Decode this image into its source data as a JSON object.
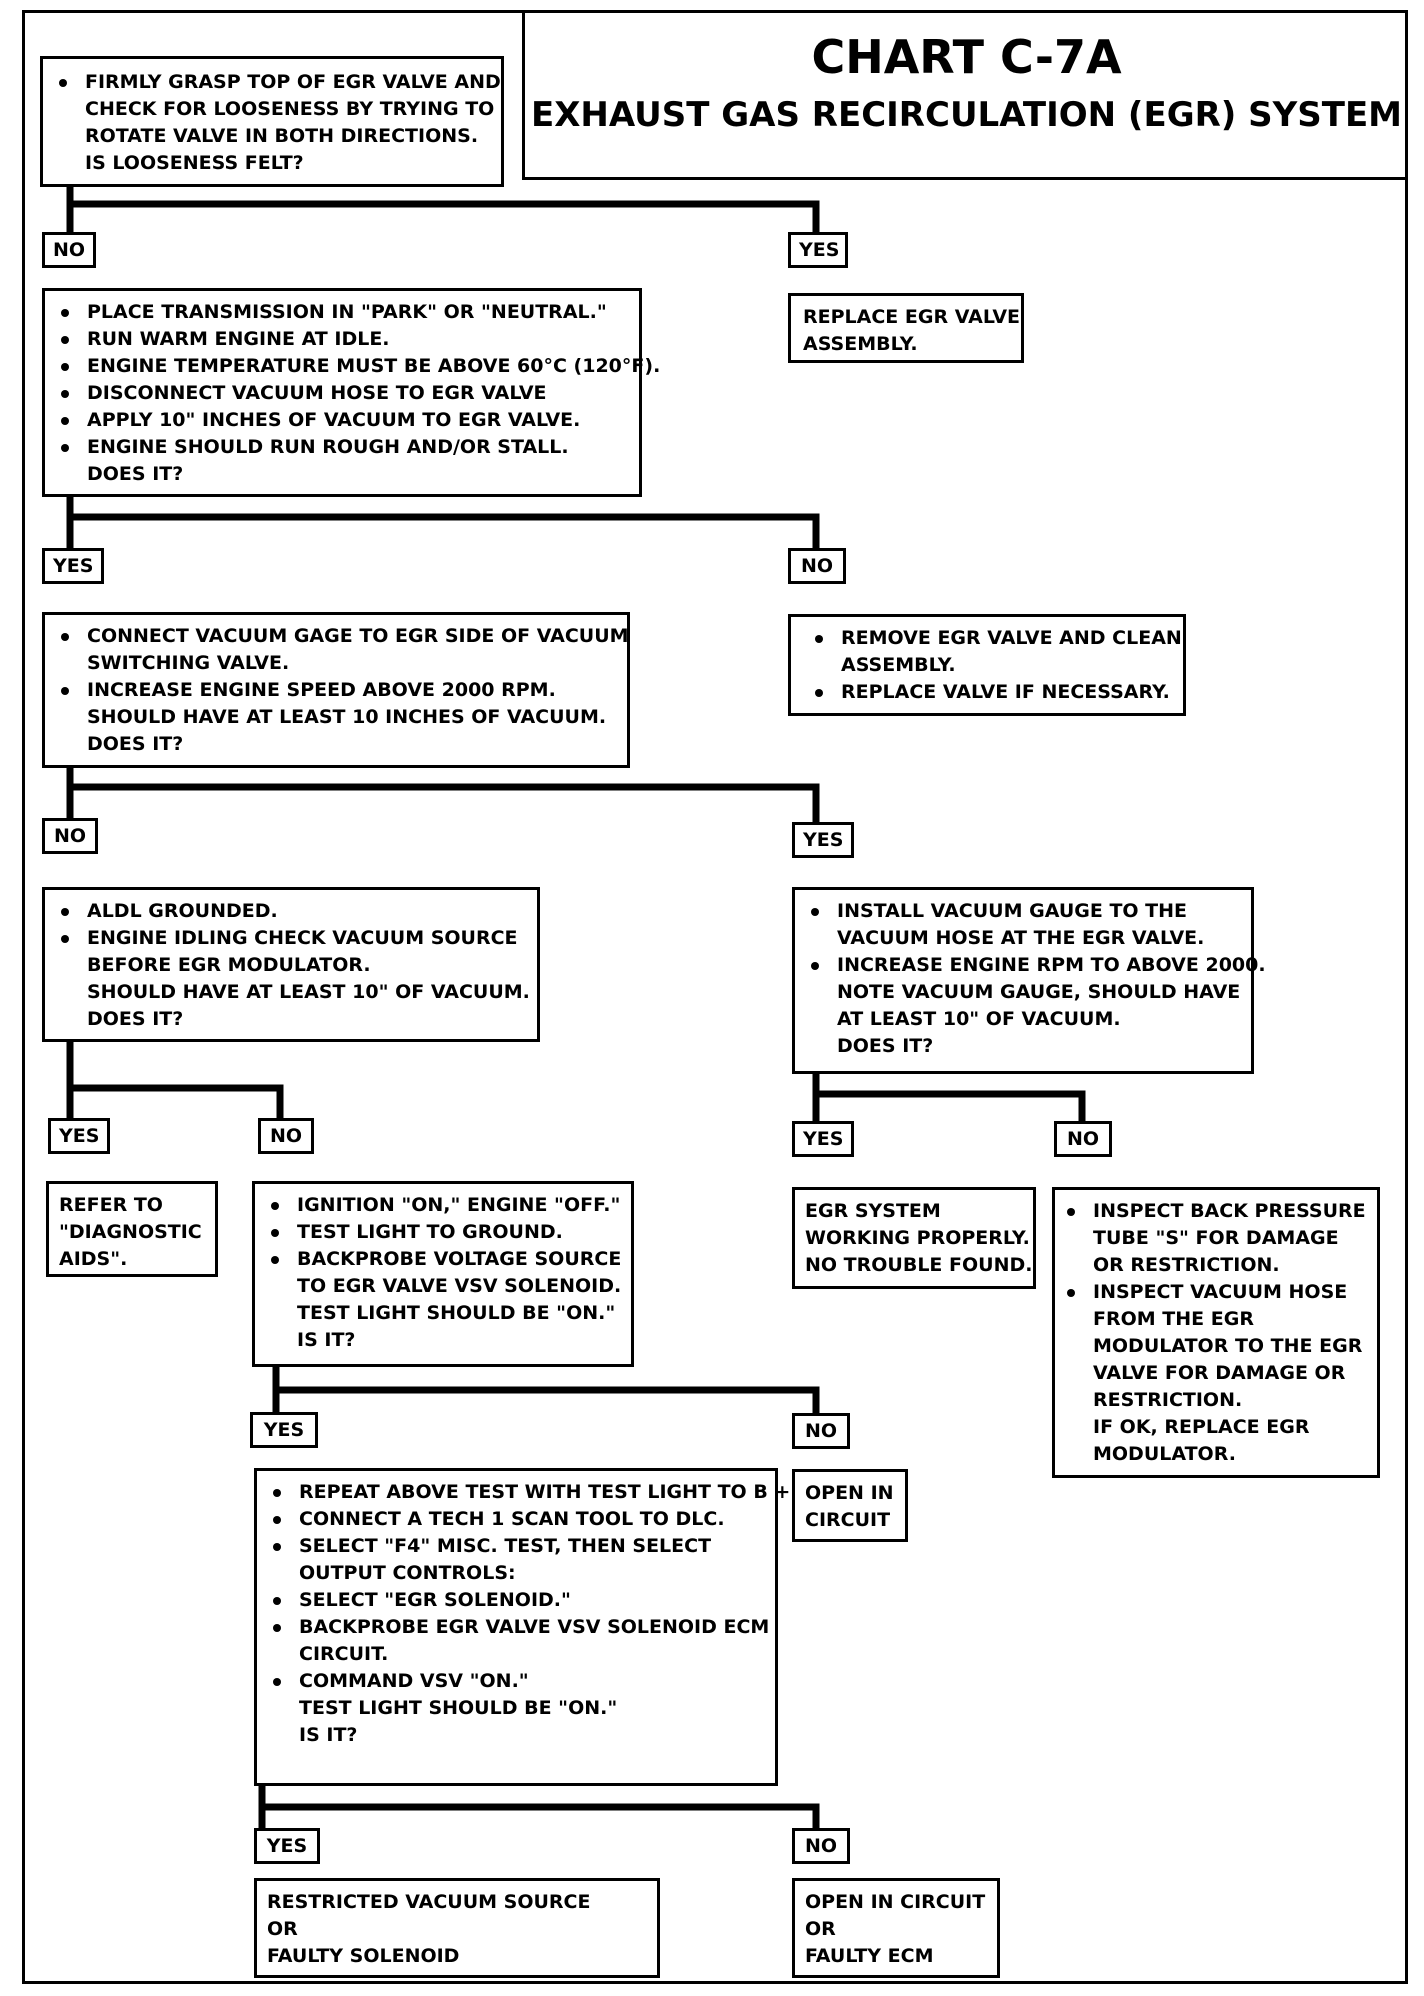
{
  "title": "CHART C-7A",
  "subtitle": "EXHAUST GAS RECIRCULATION (EGR) SYSTEM",
  "nodes": {
    "n1": {
      "bullets": [
        "FIRMLY GRASP TOP OF EGR VALVE AND\nCHECK FOR LOOSENESS BY TRYING TO\nROTATE VALVE IN BOTH DIRECTIONS."
      ],
      "question": "IS LOOSENESS FELT?"
    },
    "n2": {
      "bullets": [
        "PLACE TRANSMISSION IN \"PARK\" OR \"NEUTRAL.\"",
        "RUN WARM ENGINE AT IDLE.",
        "ENGINE TEMPERATURE MUST BE ABOVE 60°C (120°F).",
        "DISCONNECT VACUUM HOSE TO EGR VALVE",
        "APPLY 10\" INCHES OF VACUUM TO EGR VALVE.",
        "ENGINE SHOULD RUN ROUGH AND/OR STALL."
      ],
      "question": "DOES IT?"
    },
    "n3": {
      "text": "REPLACE EGR VALVE\nASSEMBLY."
    },
    "n4": {
      "bullets": [
        "CONNECT VACUUM GAGE TO EGR SIDE OF VACUUM\nSWITCHING VALVE.",
        "INCREASE ENGINE SPEED ABOVE 2000 RPM.\nSHOULD HAVE AT LEAST 10 INCHES OF VACUUM."
      ],
      "question": "DOES IT?"
    },
    "n5": {
      "bullets": [
        "REMOVE EGR VALVE AND CLEAN\nASSEMBLY.",
        "REPLACE VALVE IF NECESSARY."
      ]
    },
    "n6": {
      "bullets": [
        "ALDL GROUNDED.",
        "ENGINE IDLING CHECK VACUUM SOURCE\nBEFORE EGR MODULATOR.\nSHOULD HAVE AT LEAST 10\" OF VACUUM."
      ],
      "question": "DOES IT?"
    },
    "n7": {
      "bullets": [
        "INSTALL VACUUM GAUGE TO THE\nVACUUM HOSE AT THE EGR VALVE.",
        "INCREASE ENGINE RPM TO ABOVE 2000.\nNOTE VACUUM GAUGE, SHOULD HAVE\nAT LEAST 10\" OF VACUUM."
      ],
      "question": "DOES IT?"
    },
    "n8": {
      "text": "REFER TO\n\"DIAGNOSTIC\nAIDS\"."
    },
    "n9": {
      "bullets": [
        "IGNITION \"ON,\" ENGINE \"OFF.\"",
        "TEST LIGHT TO GROUND.",
        "BACKPROBE VOLTAGE SOURCE\nTO EGR VALVE VSV SOLENOID.\nTEST LIGHT SHOULD BE \"ON.\""
      ],
      "question": "IS IT?"
    },
    "n10": {
      "text": "EGR SYSTEM\nWORKING PROPERLY.\nNO TROUBLE FOUND."
    },
    "n11": {
      "bullets": [
        "INSPECT BACK PRESSURE\nTUBE \"S\" FOR DAMAGE\nOR RESTRICTION.",
        "INSPECT VACUUM HOSE\nFROM THE EGR\nMODULATOR TO THE EGR\nVALVE FOR DAMAGE OR\nRESTRICTION.\nIF OK, REPLACE EGR\nMODULATOR."
      ]
    },
    "n12": {
      "bullets": [
        "REPEAT ABOVE TEST WITH TEST LIGHT TO B +.",
        "CONNECT A TECH 1 SCAN TOOL TO DLC.",
        "SELECT \"F4\" MISC. TEST, THEN SELECT\nOUTPUT CONTROLS:",
        "SELECT \"EGR SOLENOID.\"",
        "BACKPROBE EGR VALVE VSV SOLENOID ECM\nCIRCUIT.",
        "COMMAND VSV \"ON.\"\nTEST LIGHT SHOULD BE \"ON.\""
      ],
      "question": "IS IT?"
    },
    "n13": {
      "text": "OPEN IN\nCIRCUIT"
    },
    "n14": {
      "text": "RESTRICTED VACUUM SOURCE\nOR\nFAULTY SOLENOID"
    },
    "n15": {
      "text": "OPEN IN CIRCUIT\nOR\nFAULTY ECM"
    }
  },
  "labels": {
    "yes": "YES",
    "no": "NO"
  }
}
